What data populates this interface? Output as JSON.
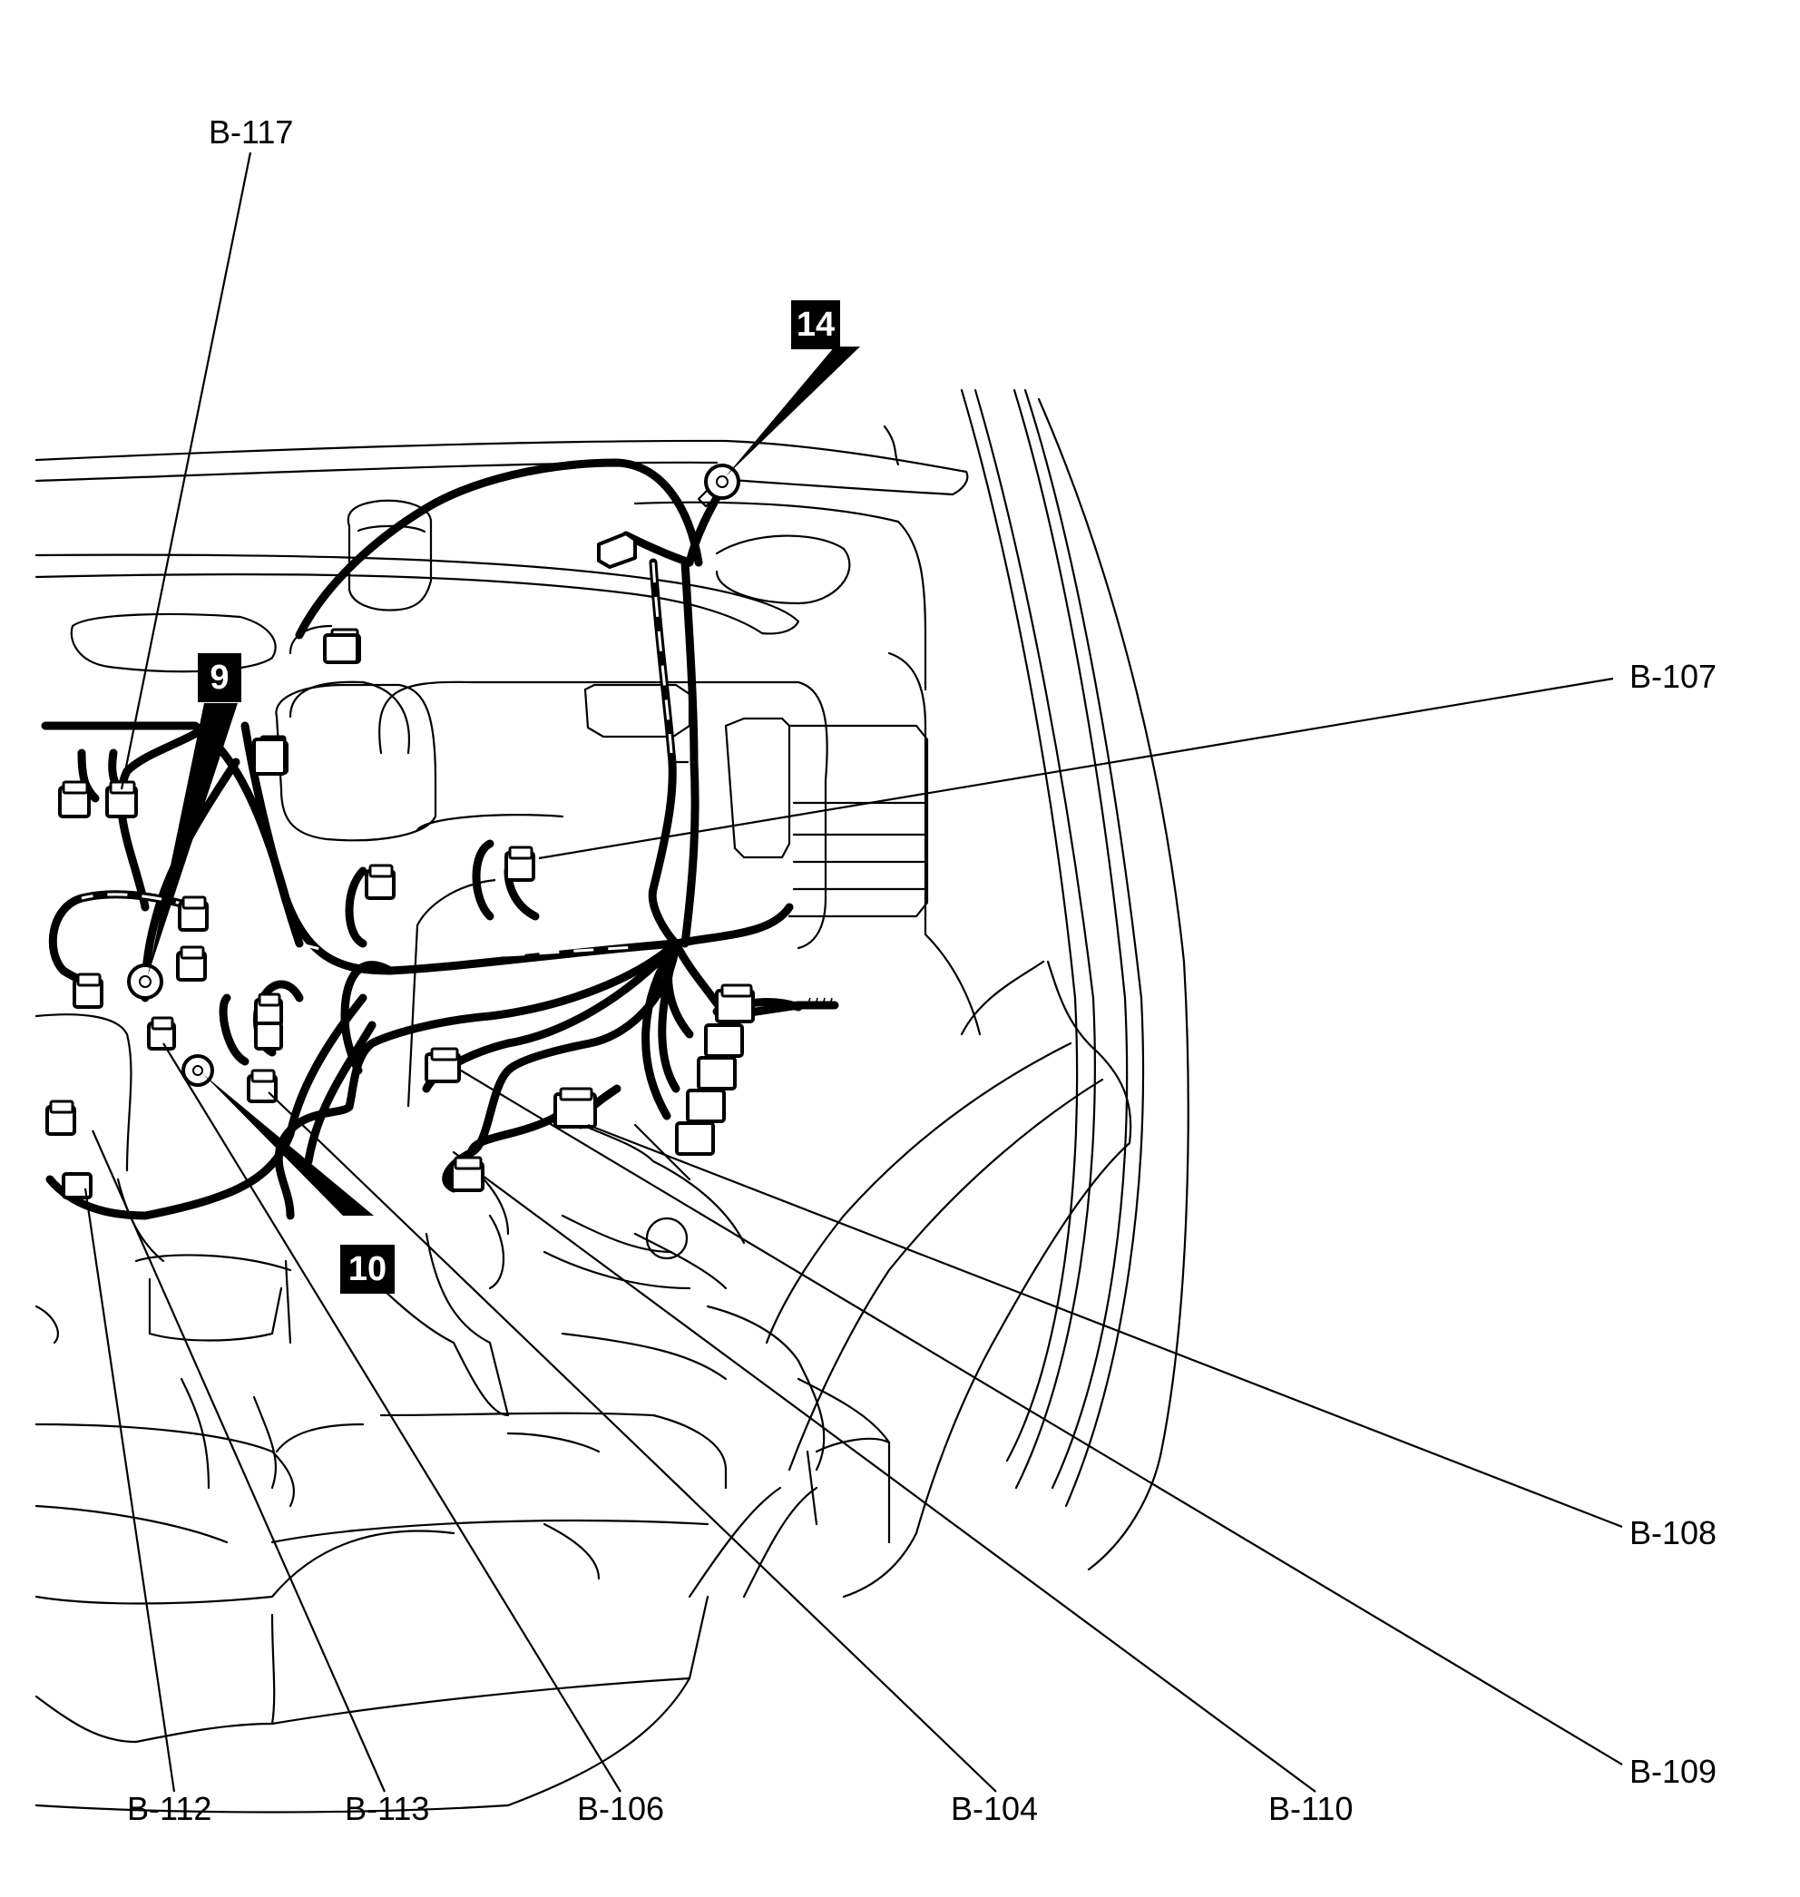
{
  "callouts": {
    "b117": "B-117",
    "b107": "B-107",
    "b108": "B-108",
    "b109": "B-109",
    "b110": "B-110",
    "b104": "B-104",
    "b106": "B-106",
    "b113": "B-113",
    "b112": "B-112"
  },
  "badges": {
    "badge14": "14",
    "badge9": "9",
    "badge10": "10"
  }
}
